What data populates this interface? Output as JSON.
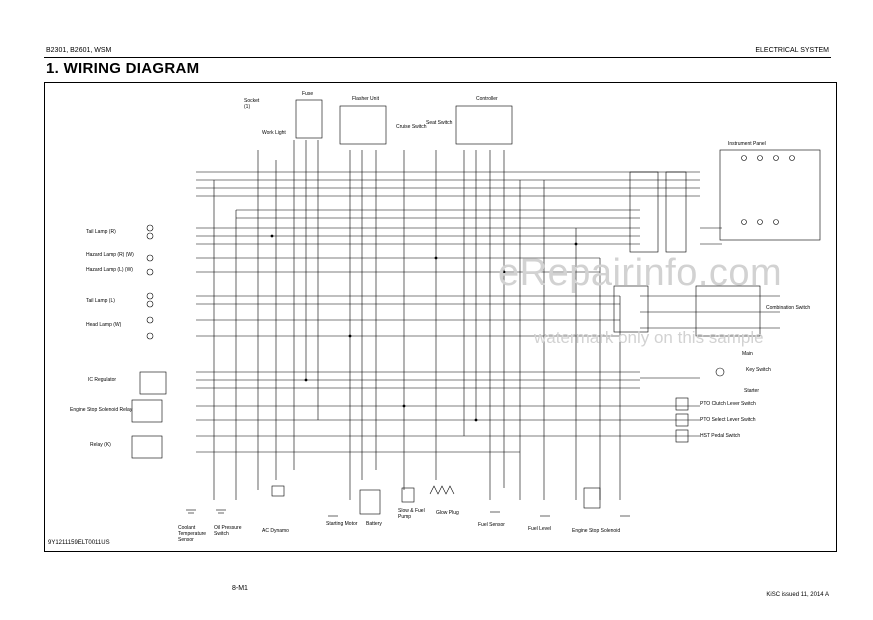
{
  "header": {
    "models": "B2301, B2601, WSM",
    "section": "ELECTRICAL SYSTEM"
  },
  "title": "1.  WIRING DIAGRAM",
  "doc_id": "9Y1211159ELT0011US",
  "page_number": "8-M1",
  "issued": "KiSC issued 11, 2014 A",
  "watermark": {
    "line1": "eRepairinfo.com",
    "line2": "watermark only on this sample"
  },
  "components": {
    "socket": "Socket\n(1)",
    "work_light": "Work Light",
    "fuse": "Fuse",
    "flasher_unit": "Flasher Unit",
    "controller": "Controller",
    "cruise_switch": "Cruise Switch",
    "instrument_panel": "Instrument Panel",
    "seat_switch": "Seat Switch",
    "tail_lamp_r": "Tail Lamp (R)",
    "hazard_lamp_r": "Hazard Lamp (R) (W)",
    "hazard_lamp_l": "Hazard Lamp (L) (W)",
    "tail_lamp_l": "Tail Lamp (L)",
    "head_lamp": "Head Lamp (W)",
    "ic_regulator": "IC Regulator",
    "engine_stop_relay": "Engine Stop Solenoid Relay",
    "relay_k": "Relay (K)",
    "combination_switch": "Combination Switch",
    "main": "Main",
    "key_switch": "Key Switch",
    "starter": "Starter",
    "pto_clutch_lever_switch": "PTO Clutch Lever Switch",
    "pto_select_lever_switch": "PTO Select Lever Switch",
    "hst_pedal_switch": "HST Pedal Switch",
    "coolant_temp_sensor": "Coolant Temperature Sensor",
    "oil_pressure_switch": "Oil Pressure Switch",
    "ac_dynamo": "AC Dynamo",
    "starting_motor": "Starting Motor",
    "battery": "Battery",
    "glow_plug": "Glow Plug",
    "fuel_sensor": "Fuel Sensor",
    "engine_stop_solenoid": "Engine Stop Solenoid",
    "slow_fuel_pump": "Slow & Fuel Pump",
    "fuel_level": "Fuel Level"
  }
}
